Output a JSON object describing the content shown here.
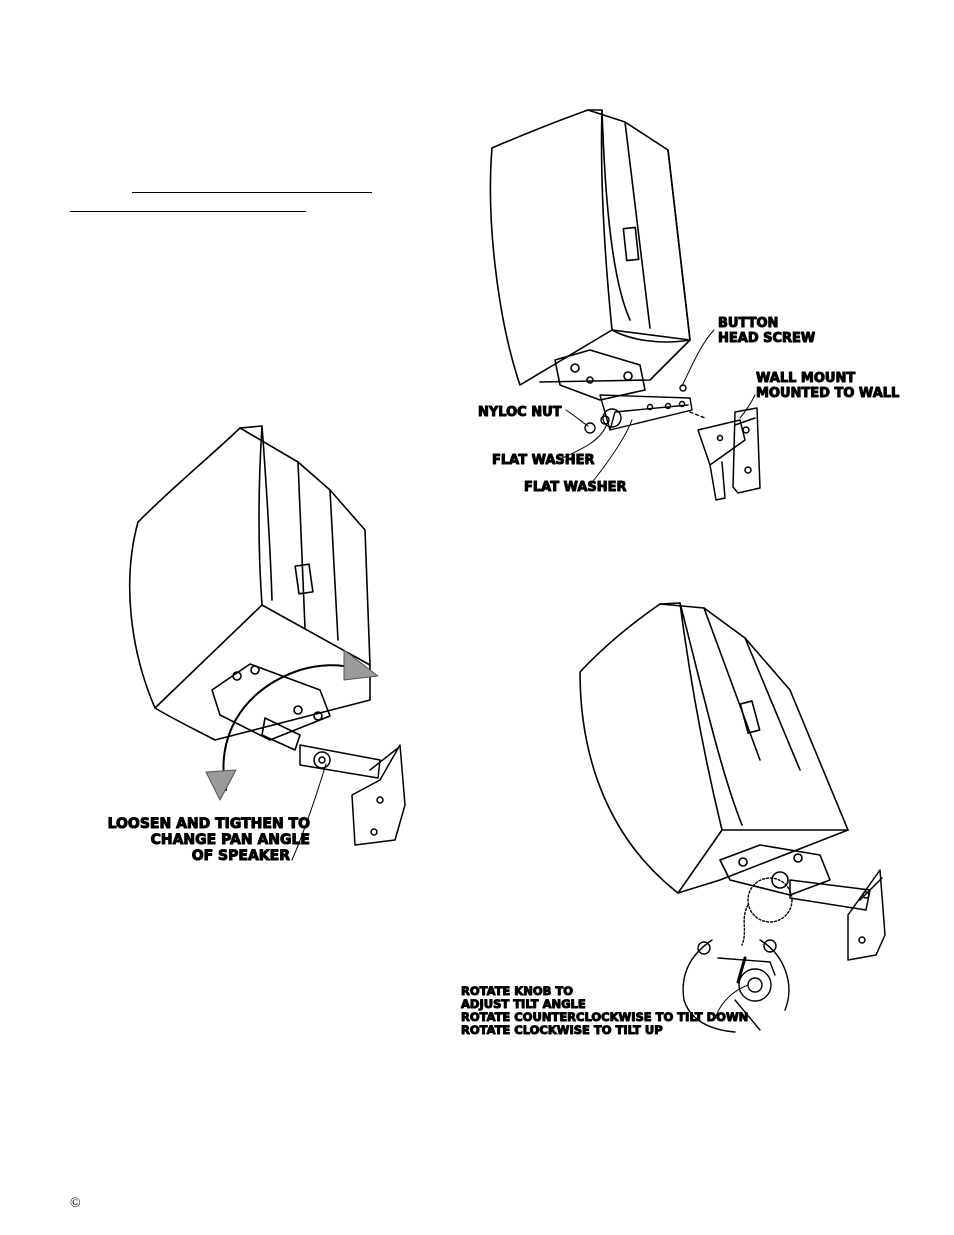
{
  "labels": {
    "button_head_screw_1": "BUTTON",
    "button_head_screw_2": "HEAD SCREW",
    "wall_mount_1": "WALL MOUNT",
    "wall_mount_2": "MOUNTED TO WALL",
    "nyloc_nut": "NYLOC NUT",
    "flat_washer_a": "FLAT WASHER",
    "flat_washer_b": "FLAT WASHER",
    "pan_1": "LOOSEN AND TIGTHEN TO",
    "pan_2": "CHANGE PAN ANGLE",
    "pan_3": "OF SPEAKER",
    "tilt_1": "ROTATE KNOB TO",
    "tilt_2": "ADJUST TILT ANGLE",
    "tilt_3": "ROTATE COUNTERCLOCKWISE TO TILT DOWN",
    "tilt_4": "ROTATE CLOCKWISE TO TILT UP"
  },
  "footer": {
    "copyright": "©"
  }
}
